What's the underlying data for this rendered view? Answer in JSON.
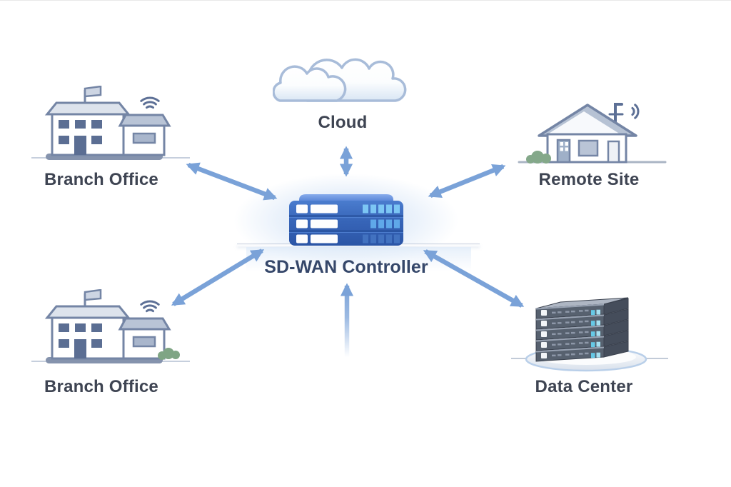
{
  "colors": {
    "arrow_blue": "#7aa2d8",
    "icon_outline": "#7485a5",
    "icon_fill_light": "#dde3ec",
    "window_fill": "#5b6e93",
    "label_text": "#3e4452",
    "controller_label_text": "#35476a",
    "controller_body_blue": "#3765b8",
    "controller_lid_blue": "#6e9ae2",
    "controller_led_bright": "#7cc6f4",
    "server_front": "#57616f",
    "server_side": "#454d5b",
    "server_top": "#aeb6c3",
    "server_led_cyan": "#66c9e6",
    "platform_rim": "#b9cfe9",
    "cloud_outline": "#a8bcd9",
    "bush_green": "#84a88a"
  },
  "diagram": {
    "nodes": [
      {
        "id": "cloud",
        "label": "Cloud",
        "icon": "cloud-icon"
      },
      {
        "id": "branch-office-top",
        "label": "Branch Office",
        "icon": "office-building-icon"
      },
      {
        "id": "remote-site",
        "label": "Remote Site",
        "icon": "house-with-antenna-icon"
      },
      {
        "id": "sdwan-controller",
        "label": "SD-WAN Controller",
        "icon": "network-appliance-icon"
      },
      {
        "id": "branch-office-bottom",
        "label": "Branch Office",
        "icon": "office-building-icon"
      },
      {
        "id": "data-center",
        "label": "Data Center",
        "icon": "server-rack-stack-icon"
      }
    ],
    "edges": [
      {
        "from": "cloud",
        "to": "sdwan-controller",
        "style": "double-headed-arrow"
      },
      {
        "from": "branch-office-top",
        "to": "sdwan-controller",
        "style": "double-headed-arrow"
      },
      {
        "from": "remote-site",
        "to": "sdwan-controller",
        "style": "double-headed-arrow"
      },
      {
        "from": "branch-office-bottom",
        "to": "sdwan-controller",
        "style": "double-headed-arrow"
      },
      {
        "from": "data-center",
        "to": "sdwan-controller",
        "style": "double-headed-arrow"
      },
      {
        "from": "offscreen-bottom",
        "to": "sdwan-controller",
        "style": "single-headed-arrow-fading-tail"
      }
    ]
  }
}
